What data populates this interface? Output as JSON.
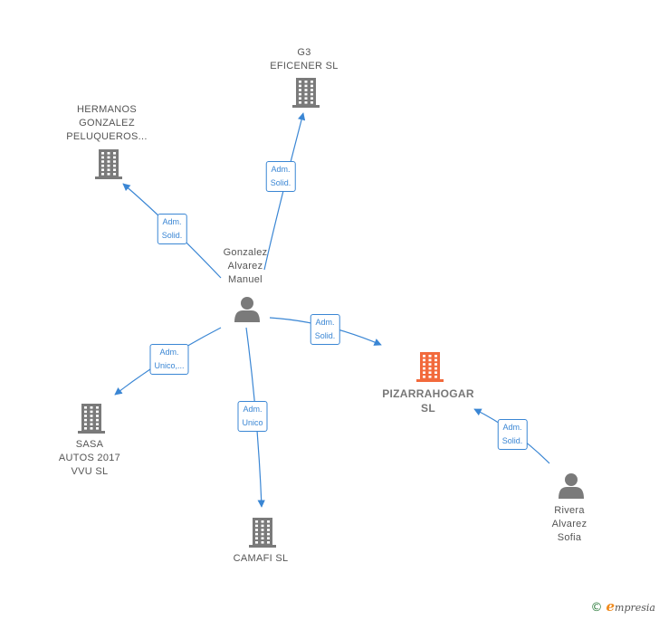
{
  "nodes": [
    {
      "id": "manuel",
      "type": "person",
      "lines": [
        "Gonzalez",
        "Alvarez",
        "Manuel"
      ]
    },
    {
      "id": "g3",
      "type": "company",
      "lines": [
        "G3",
        "EFICENER  SL"
      ]
    },
    {
      "id": "hermanos",
      "type": "company",
      "lines": [
        "HERMANOS",
        "GONZALEZ",
        "PELUQUEROS..."
      ]
    },
    {
      "id": "pizarrahogar",
      "type": "company-main",
      "lines": [
        "PIZARRAHOGAR",
        "SL"
      ]
    },
    {
      "id": "sasa",
      "type": "company",
      "lines": [
        "SASA",
        "AUTOS 2017",
        "VVU  SL"
      ]
    },
    {
      "id": "camafi",
      "type": "company",
      "lines": [
        "CAMAFI  SL"
      ]
    },
    {
      "id": "sofia",
      "type": "person",
      "lines": [
        "Rivera",
        "Alvarez",
        "Sofia"
      ]
    }
  ],
  "edges": [
    {
      "from": "manuel",
      "to": "g3",
      "lines": [
        "Adm.",
        "Solid."
      ]
    },
    {
      "from": "manuel",
      "to": "hermanos",
      "lines": [
        "Adm.",
        "Solid."
      ]
    },
    {
      "from": "manuel",
      "to": "pizarrahogar",
      "lines": [
        "Adm.",
        "Solid."
      ]
    },
    {
      "from": "manuel",
      "to": "sasa",
      "lines": [
        "Adm.",
        "Unico,..."
      ]
    },
    {
      "from": "manuel",
      "to": "camafi",
      "lines": [
        "Adm.",
        "Unico"
      ]
    },
    {
      "from": "sofia",
      "to": "pizarrahogar",
      "lines": [
        "Adm.",
        "Solid."
      ]
    }
  ],
  "colors": {
    "edge": "#3a86d4",
    "company_icon": "#7a7a7a",
    "main_company_icon": "#f26a3c",
    "person_icon": "#7a7a7a"
  },
  "footer": {
    "copyright": "©",
    "brand_initial": "e",
    "brand_rest": "mpresia"
  }
}
